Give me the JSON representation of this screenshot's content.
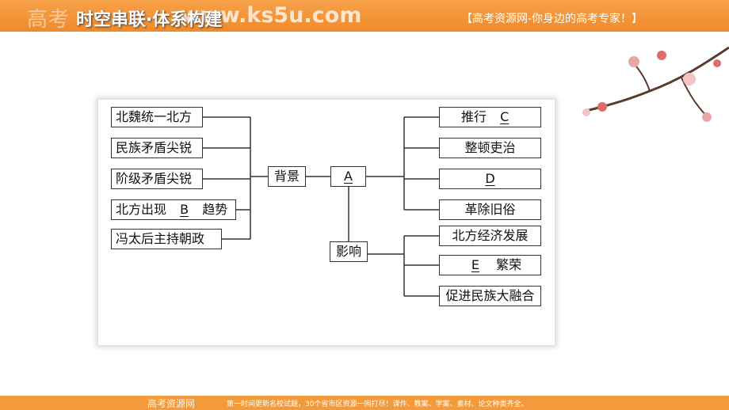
{
  "header": {
    "logo": "高考",
    "url": "www.ks5u.com",
    "title": "时空串联·体系构建",
    "slogan": "【高考资源网-你身边的高考专家！】",
    "color": "#f08a2a"
  },
  "footer": {
    "logo": "高考资源网",
    "text": "第一时间更新名校试题，30个省市区资源一网打尽！课件、教案、学案、素材、论文种类齐全。"
  },
  "diagram": {
    "background_items": [
      "北魏统一北方",
      "民族矛盾尖锐",
      "阶级矛盾尖锐"
    ],
    "trend_item": {
      "prefix": "北方出现",
      "blank": "B",
      "suffix": "趋势"
    },
    "regent_item": "冯太后主持朝政",
    "background_label": "背景",
    "center_blank": "A",
    "influence_label": "影响",
    "measures": {
      "item1": {
        "prefix": "推行",
        "blank": "C"
      },
      "item2": "整顿吏治",
      "item3_blank": "D",
      "item4": "革除旧俗"
    },
    "influences": {
      "item1": "北方经济发展",
      "item2": {
        "blank": "E",
        "suffix": "繁荣"
      },
      "item3": "促进民族大融合"
    }
  }
}
